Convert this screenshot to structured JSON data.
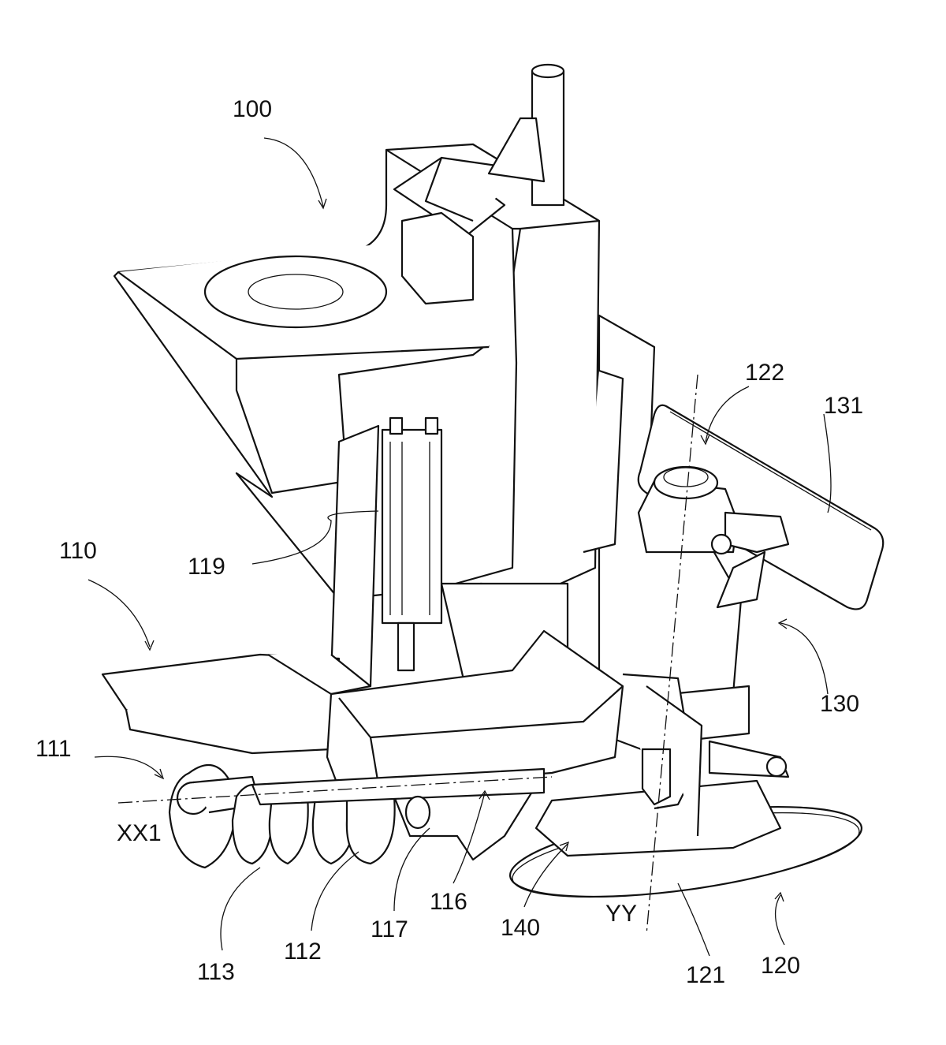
{
  "figure": {
    "labels": {
      "l100": "100",
      "l110": "110",
      "l111": "111",
      "l112": "112",
      "l113": "113",
      "l116": "116",
      "l117": "117",
      "l119": "119",
      "l120": "120",
      "l121": "121",
      "l122": "122",
      "l130": "130",
      "l131": "131",
      "l140": "140",
      "xx1": "XX1",
      "yy": "YY"
    }
  }
}
